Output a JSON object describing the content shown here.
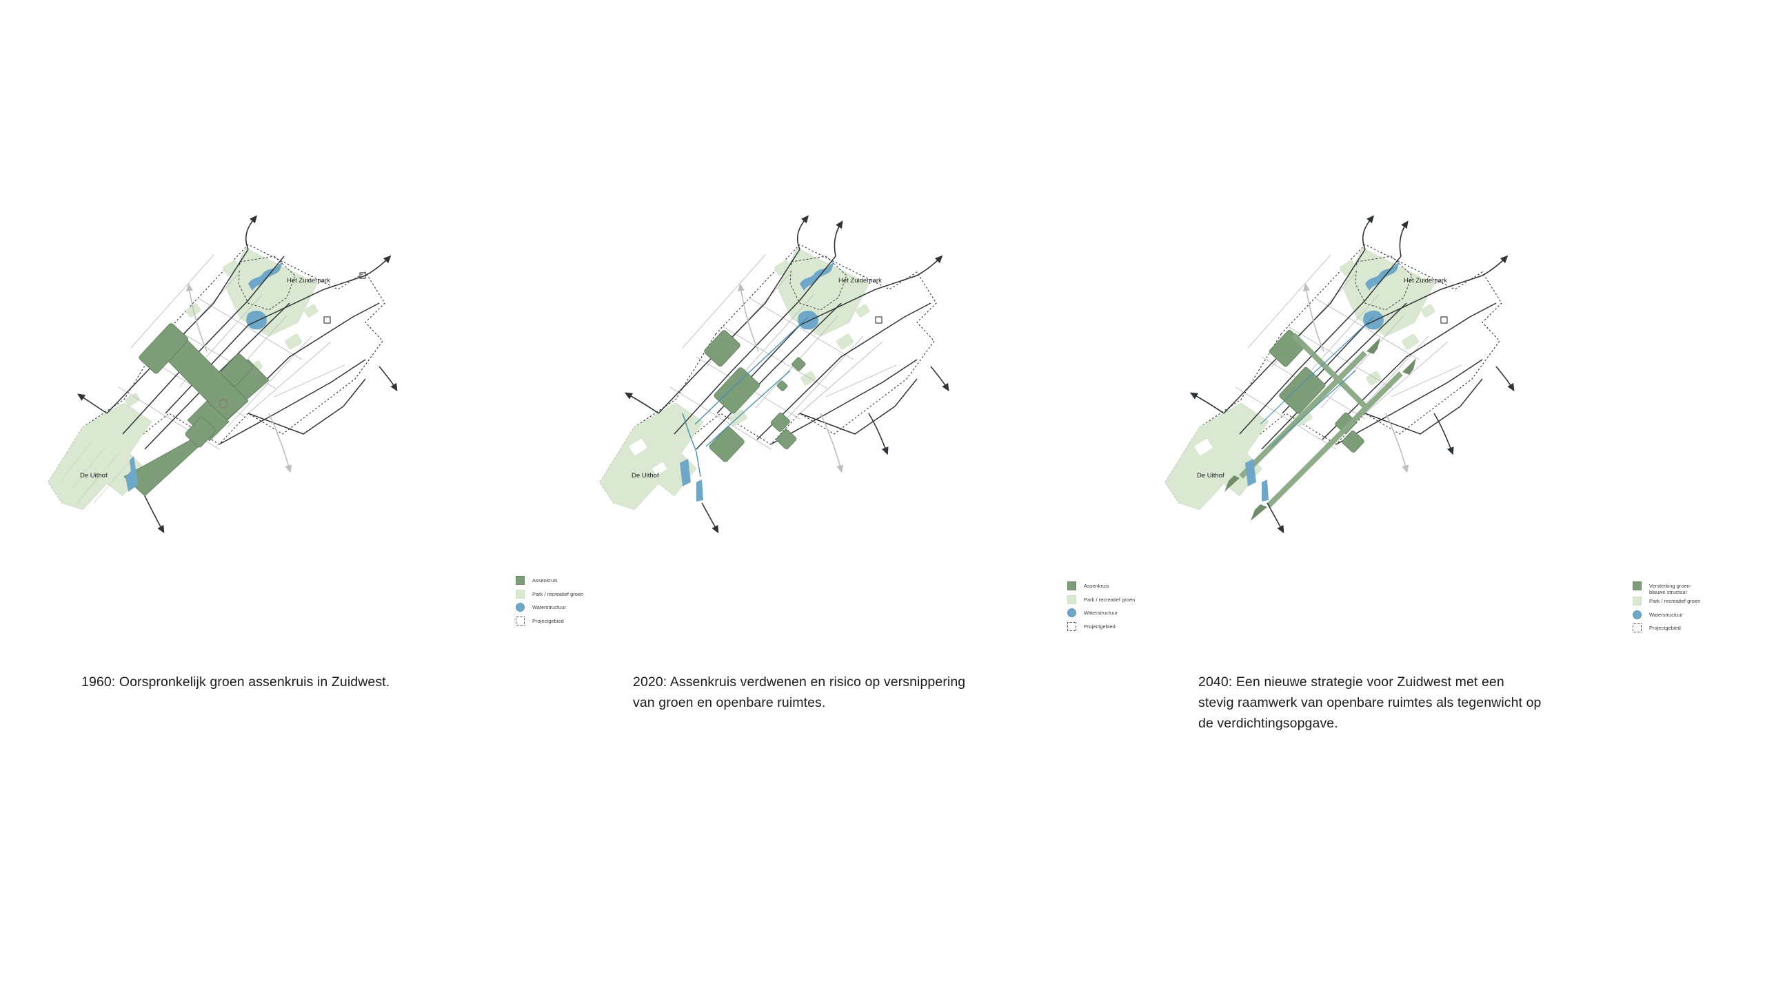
{
  "figure": {
    "title_visible": false
  },
  "panels": [
    {
      "id": "1960",
      "caption": "1960: Oorspronkelijk groen assenkruis in Zuidwest.",
      "map_labels": {
        "park": "Het Zuiderpark",
        "uithof": "De Uithof"
      },
      "legend": [
        {
          "key": "assenkruis",
          "label": "Assenkruis",
          "swatch": "assen"
        },
        {
          "key": "park",
          "label": "Park / recreatief groen",
          "swatch": "park"
        },
        {
          "key": "water",
          "label": "Waterstructuur",
          "swatch": "water"
        },
        {
          "key": "project",
          "label": "Projectgebied",
          "swatch": "project"
        }
      ]
    },
    {
      "id": "2020",
      "caption": "2020: Assenkruis verdwenen en risico op versnippering\nvan groen en openbare ruimtes.",
      "map_labels": {
        "park": "Het Zuiderpark",
        "uithof": "De Uithof"
      },
      "legend": [
        {
          "key": "assenkruis",
          "label": "Assenkruis",
          "swatch": "assen"
        },
        {
          "key": "park",
          "label": "Park / recreatief groen",
          "swatch": "park"
        },
        {
          "key": "water",
          "label": "Waterstructuur",
          "swatch": "water"
        },
        {
          "key": "project",
          "label": "Projectgebied",
          "swatch": "project"
        }
      ]
    },
    {
      "id": "2040",
      "caption": "2040: Een nieuwe strategie voor Zuidwest met een\nstevig raamwerk van openbare ruimtes als tegenwicht op\nde verdichtingsopgave.",
      "map_labels": {
        "park": "Het Zuiderpark",
        "uithof": "De Uithof"
      },
      "legend": [
        {
          "key": "versterking",
          "label": "Versterking groen-\nblauwe structuur",
          "swatch": "assen"
        },
        {
          "key": "park",
          "label": "Park / recreatief groen",
          "swatch": "park"
        },
        {
          "key": "water",
          "label": "Waterstructuur",
          "swatch": "water"
        },
        {
          "key": "project",
          "label": "Projectgebied",
          "swatch": "project"
        }
      ]
    }
  ],
  "colors": {
    "assenkruis_green": "#7d9c78",
    "park_green": "#dae8d2",
    "water_blue": "#6ea7c7",
    "road_dark": "#2e3338",
    "road_light": "#b9bcbf",
    "project_boundary": "#2b2b2b",
    "text": "#1b1b1b",
    "background": "#ffffff"
  }
}
